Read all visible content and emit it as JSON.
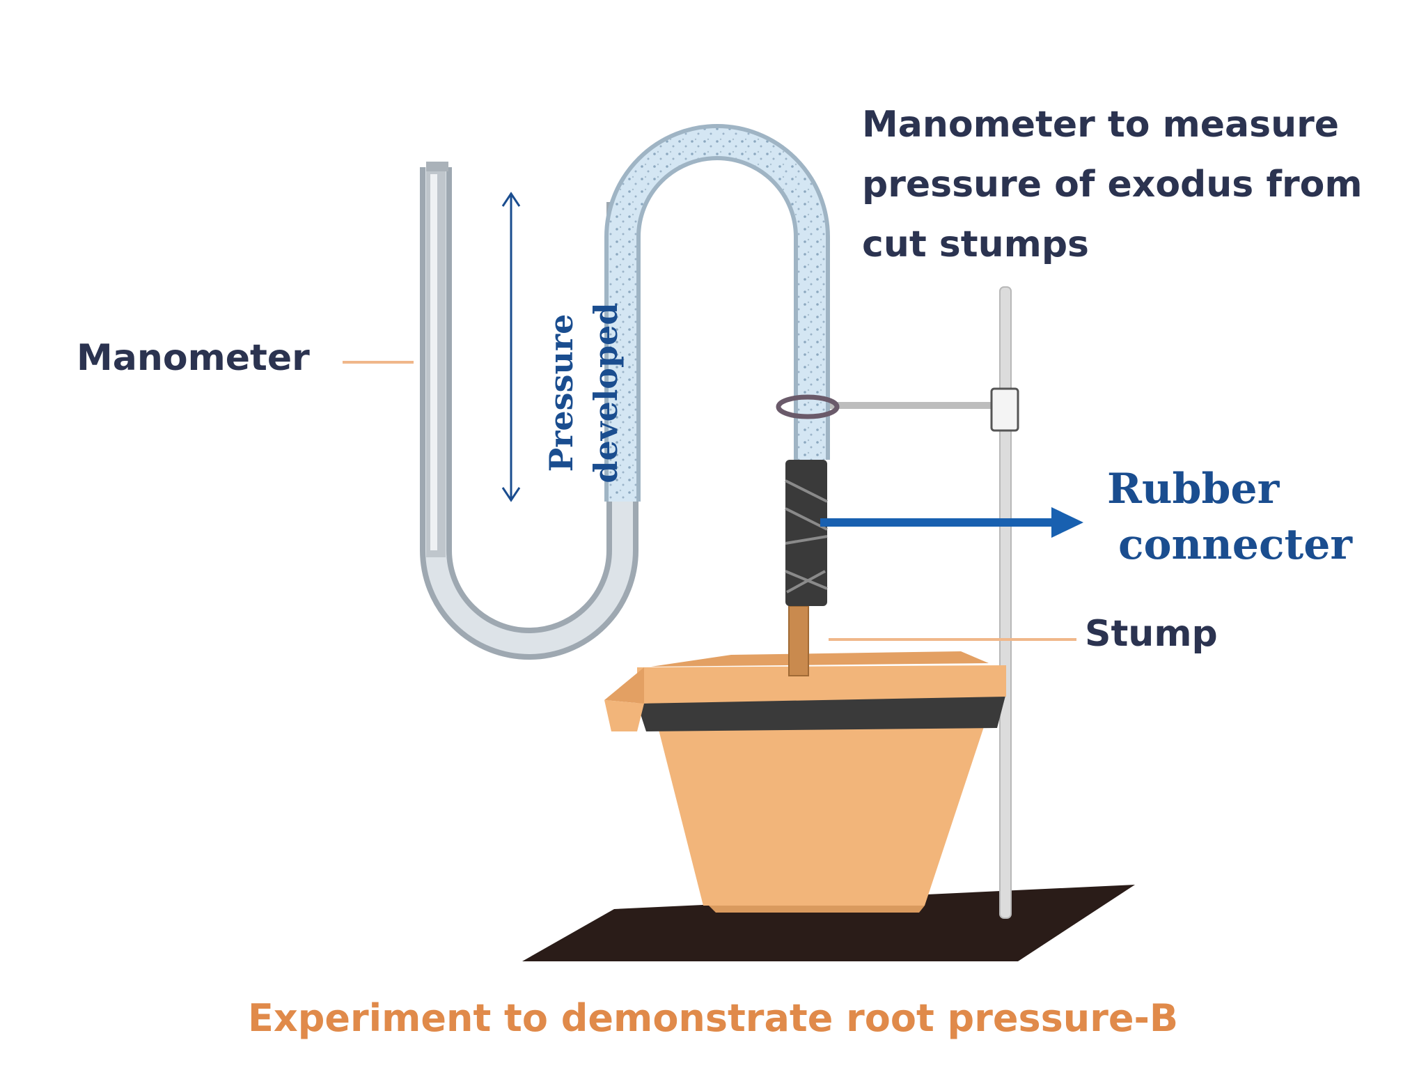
{
  "labels": {
    "title_lines": [
      "Manometer  to measure",
      "pressure of exodus from",
      "cut stumps"
    ],
    "manometer": "Manometer",
    "pressure_lines": [
      "Pressure",
      "developed"
    ],
    "rubber_lines": [
      "Rubber",
      "connecter"
    ],
    "stump": "Stump",
    "caption": "Experiment  to demonstrate root pressure-B"
  },
  "colors": {
    "dark_text": "#2b3350",
    "blue_text": "#1a4d8f",
    "caption": "#e08a4a",
    "pot": "#f2b57a",
    "pot_dark": "#e3a063",
    "pot_band": "#3a3a3a",
    "base": "#2a1c18",
    "tube_glass": "#c7d0d8",
    "tube_water": "#cfe3f1",
    "leader_line": "#f0b78a",
    "stand_rod": "#d8d8d8",
    "arrow_blue": "#1860b0",
    "rubber": "#3a3a3a",
    "stem": "#c98a4e"
  },
  "icons": [
    "double-headed-arrow",
    "right-arrow"
  ]
}
